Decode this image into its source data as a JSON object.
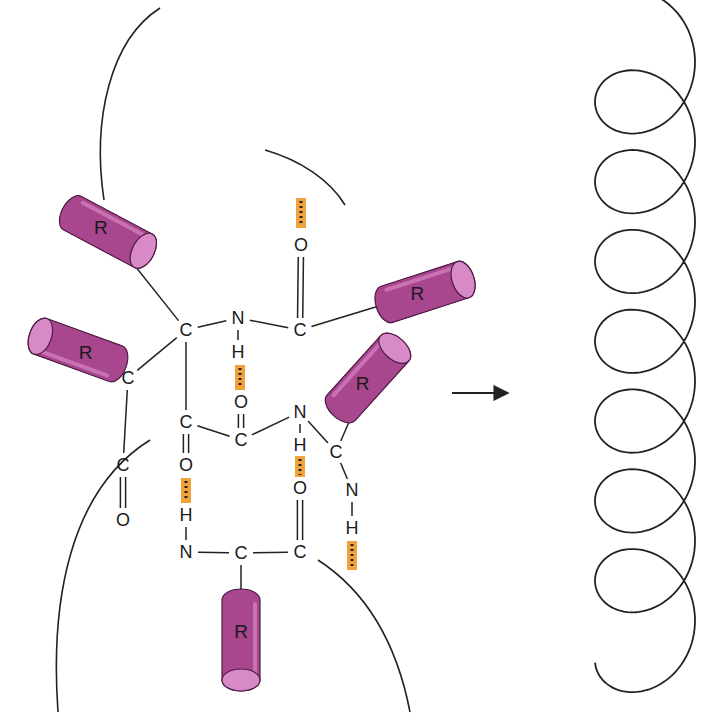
{
  "diagram": {
    "nodes": [
      {
        "text": [
          "R"
        ]
      },
      {
        "text": [
          "R"
        ]
      },
      {
        "text": [
          "R"
        ]
      },
      {
        "text": [
          "R"
        ]
      },
      {
        "text": [
          "R"
        ]
      }
    ],
    "labels": [
      "O",
      "N",
      "C",
      "C",
      "H",
      "C",
      "O",
      "N",
      "C",
      "C",
      "H",
      "C",
      "C",
      "O",
      "O",
      "N",
      "O",
      "H",
      "H",
      "N",
      "C",
      "C"
    ]
  }
}
